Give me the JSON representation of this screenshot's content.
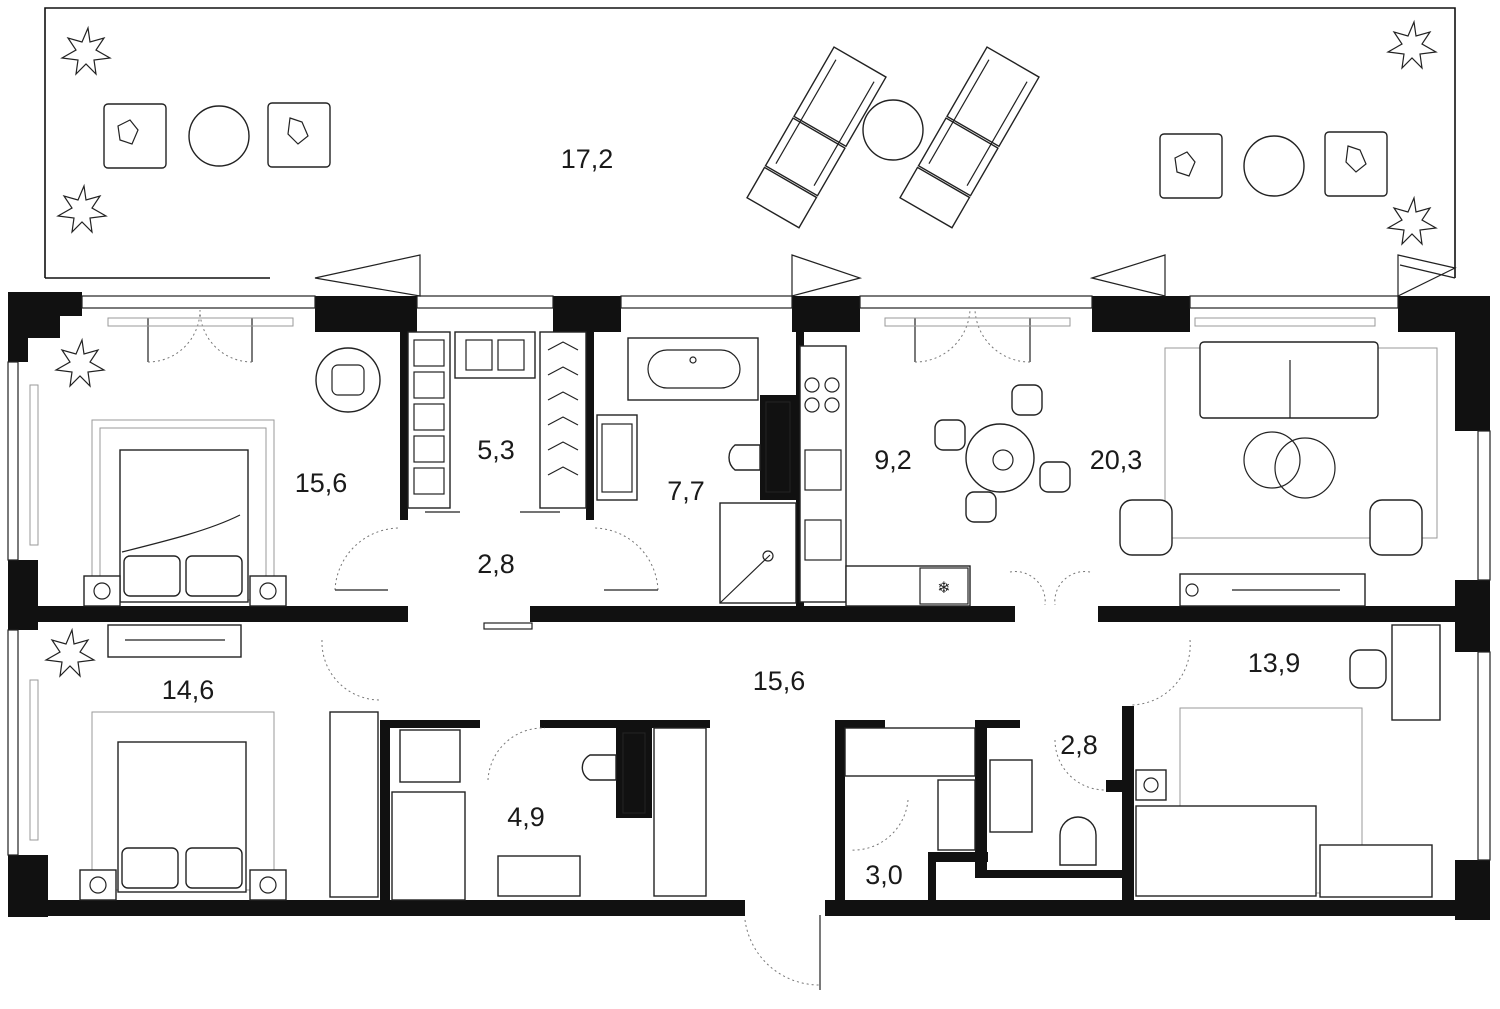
{
  "plan": {
    "rooms": [
      {
        "id": "terrace",
        "area": "17,2"
      },
      {
        "id": "bedroom-1",
        "area": "15,6"
      },
      {
        "id": "wardrobe-1",
        "area": "5,3"
      },
      {
        "id": "hall-1",
        "area": "2,8"
      },
      {
        "id": "bathroom-1",
        "area": "7,7"
      },
      {
        "id": "kitchen",
        "area": "9,2"
      },
      {
        "id": "living-room",
        "area": "20,3"
      },
      {
        "id": "bedroom-2",
        "area": "14,6"
      },
      {
        "id": "corridor",
        "area": "15,6"
      },
      {
        "id": "bathroom-2",
        "area": "4,9"
      },
      {
        "id": "storage",
        "area": "3,0"
      },
      {
        "id": "bathroom-3",
        "area": "2,8"
      },
      {
        "id": "bedroom-3",
        "area": "13,9"
      }
    ]
  }
}
